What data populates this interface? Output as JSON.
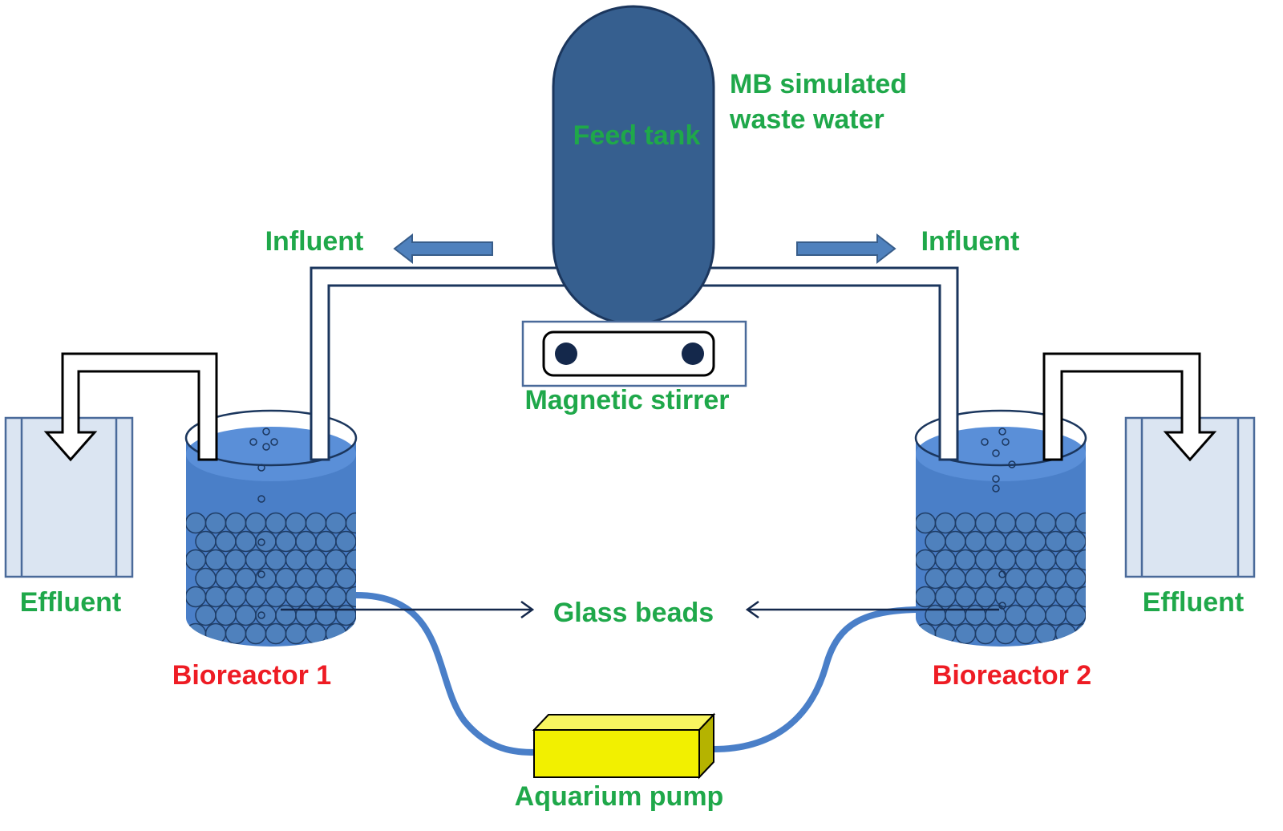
{
  "labels": {
    "feed_tank": "Feed tank",
    "mb_line1": "MB simulated",
    "mb_line2": "waste water",
    "influent_left": "Influent",
    "influent_right": "Influent",
    "magnetic_stirrer": "Magnetic stirrer",
    "effluent_left": "Effluent",
    "effluent_right": "Effluent",
    "glass_beads": "Glass beads",
    "bioreactor_1": "Bioreactor  1",
    "bioreactor_2": "Bioreactor  2",
    "aquarium_pump": "Aquarium  pump"
  },
  "colors": {
    "label_green": "#1fa84a",
    "label_red": "#ee1c24",
    "feed_tank": "#365f8f",
    "water": "#4a7fc8",
    "bead": "#4f81bd",
    "pump": "#f2f000",
    "tube": "#4a7fc8",
    "pipe_outline": "#1b365d",
    "container": "#dbe5f2"
  },
  "icons": {
    "stirrer": "magnetic-stirrer-icon",
    "pump": "aquarium-pump-icon",
    "tank": "feed-tank-icon"
  }
}
